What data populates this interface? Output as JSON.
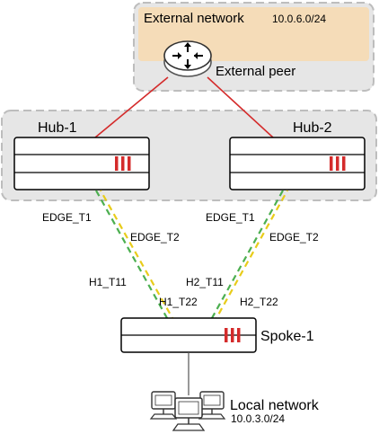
{
  "external_network": {
    "title": "External network",
    "subnet": "10.0.6.0/24",
    "peer_label": "External peer",
    "panel_color": "#f5dcb8"
  },
  "hubs": [
    {
      "label": "Hub-1"
    },
    {
      "label": "Hub-2"
    }
  ],
  "spoke": {
    "label": "Spoke-1"
  },
  "local_network": {
    "label": "Local network",
    "subnet": "10.0.3.0/24"
  },
  "tunnels": {
    "hub1_side": {
      "green": "EDGE_T1",
      "yellow": "EDGE_T2"
    },
    "hub2_side": {
      "green": "EDGE_T1",
      "yellow": "EDGE_T2"
    },
    "spoke_left": {
      "green": "H1_T11",
      "yellow": "H1_T22"
    },
    "spoke_right": {
      "green": "H2_T11",
      "yellow": "H2_T22"
    }
  },
  "colors": {
    "cloud_bg": "#e6e6e6",
    "cloud_border": "#bdbdbd",
    "link_red": "#d42b2b",
    "tunnel_green": "#4caf50",
    "tunnel_yellow": "#e8cc1a",
    "device_stripe": "#d42b2b"
  }
}
